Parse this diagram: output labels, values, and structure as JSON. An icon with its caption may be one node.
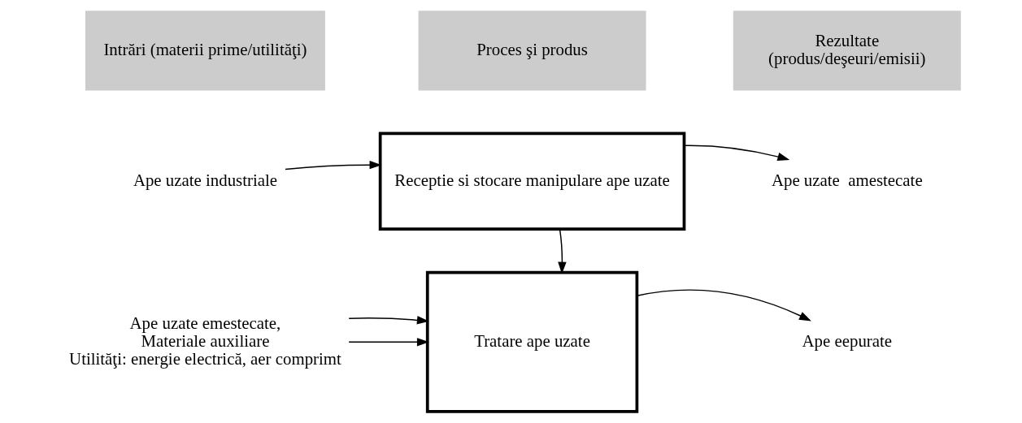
{
  "diagram": {
    "nodes": [
      {
        "text": [
          "Intrări (materii prime/utilităţi)"
        ]
      },
      {
        "text": [
          "Proces şi produs"
        ]
      },
      {
        "text": [
          "Rezultate",
          "(produs/deşeuri/emisii)"
        ]
      },
      {
        "text": [
          "Ape uzate industriale"
        ]
      },
      {
        "text": [
          "Receptie si stocare manipulare ape uzate"
        ]
      },
      {
        "text": [
          "Ape uzate  amestecate"
        ]
      },
      {
        "text": [
          "Ape uzate emestecate,",
          "Materiale auxiliare",
          "Utilităţi: energie electrică, aer comprimt"
        ]
      },
      {
        "text": [
          "Tratare ape uzate"
        ]
      },
      {
        "text": [
          "Ape eepurate"
        ]
      }
    ],
    "edges": [
      {
        "from": 3,
        "to": 4,
        "arrow": "to"
      },
      {
        "from": 4,
        "to": 5,
        "arrow": "to"
      },
      {
        "from": 4,
        "to": 7,
        "arrow": "to"
      },
      {
        "from": 6,
        "to": 7,
        "arrow": "to"
      },
      {
        "from": 6,
        "to": 7,
        "arrow": "to"
      },
      {
        "from": 7,
        "to": 8,
        "arrow": "to"
      }
    ]
  }
}
